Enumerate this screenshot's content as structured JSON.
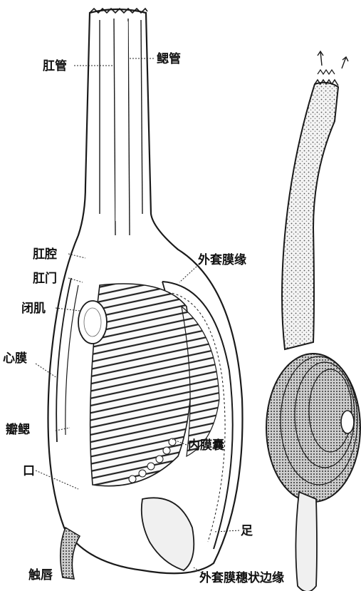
{
  "labels": {
    "anal_siphon": "肛管",
    "gill_siphon": "鳃管",
    "anal_cavity": "肛腔",
    "outer_mantle_margin": "外套膜缘",
    "anus": "肛门",
    "adductor_muscle": "闭肌",
    "heart_membrane": "心膜",
    "inner_membrane_sac": "内膜囊",
    "gills": "瓣鳃",
    "mouth": "口",
    "foot": "足",
    "labial_palp": "触唇",
    "mantle_fringed_edge": "外套膜穗状边缘"
  }
}
